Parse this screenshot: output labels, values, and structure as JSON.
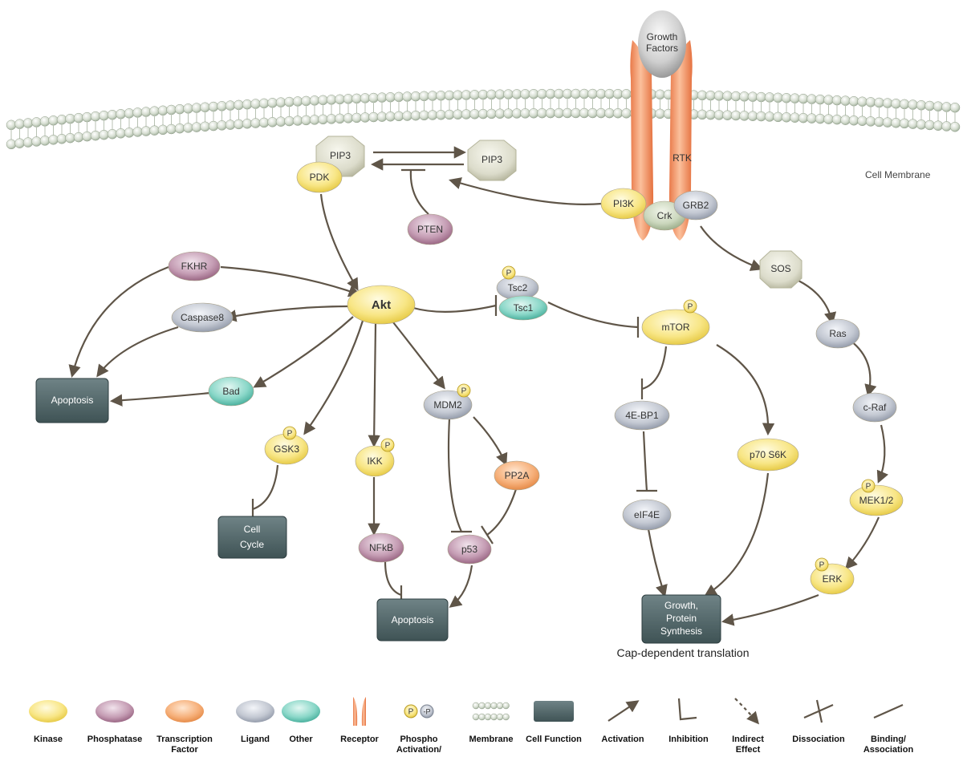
{
  "receptor": {
    "growth_factors": [
      "Growth",
      "Factors"
    ],
    "rtk": "RTK",
    "cell_membrane": "Cell Membrane"
  },
  "nodes": {
    "pip3_left": "PIP3",
    "pip3_right": "PIP3",
    "pdk": "PDK",
    "pten": "PTEN",
    "pi3k": "PI3K",
    "crk": "Crk",
    "grb2": "GRB2",
    "sos": "SOS",
    "ras": "Ras",
    "craf": "c-Raf",
    "mek": "MEK1/2",
    "erk": "ERK",
    "fkhr": "FKHR",
    "akt": "Akt",
    "caspase8": "Caspase8",
    "bad": "Bad",
    "gsk3": "GSK3",
    "ikk": "IKK",
    "mdm2": "MDM2",
    "pp2a": "PP2A",
    "nfkb": "NFkB",
    "p53": "p53",
    "tsc2": "Tsc2",
    "tsc1": "Tsc1",
    "mtor": "mTOR",
    "4ebp1": "4E-BP1",
    "eif4e": "eIF4E",
    "p70s6k": "p70 S6K",
    "phospho": "P"
  },
  "boxes": {
    "apoptosis_left": [
      "Apoptosis"
    ],
    "cell_cycle": [
      "Cell",
      "Cycle"
    ],
    "apoptosis_bottom": [
      "Apoptosis"
    ],
    "growth": [
      "Growth,",
      "Protein",
      "Synthesis"
    ]
  },
  "cap_dependent": "Cap-dependent translation",
  "legend": [
    {
      "key": "kinase",
      "lines": [
        "Kinase"
      ]
    },
    {
      "key": "phosphatase",
      "lines": [
        "Phosphatase"
      ]
    },
    {
      "key": "transcription",
      "lines": [
        "Transcription",
        "Factor"
      ]
    },
    {
      "key": "ligand",
      "lines": [
        "Ligand"
      ]
    },
    {
      "key": "other",
      "lines": [
        "Other"
      ]
    },
    {
      "key": "receptor",
      "lines": [
        "Receptor"
      ]
    },
    {
      "key": "phospho",
      "lines": [
        "Phospho",
        "Activation/"
      ]
    },
    {
      "key": "membrane",
      "lines": [
        "Membrane"
      ]
    },
    {
      "key": "cell_function",
      "lines": [
        "Cell Function"
      ]
    },
    {
      "key": "activation",
      "lines": [
        "Activation"
      ]
    },
    {
      "key": "inhibition",
      "lines": [
        "Inhibition"
      ]
    },
    {
      "key": "indirect",
      "lines": [
        "Indirect",
        "Effect"
      ]
    },
    {
      "key": "dissociation",
      "lines": [
        "Dissociation"
      ]
    },
    {
      "key": "binding",
      "lines": [
        "Binding/",
        "Association"
      ]
    }
  ],
  "legend_phospho_minus": "-P",
  "colors": {
    "kinase": "#f7e27a",
    "phosphatase": "#b98aa6",
    "transcription": "#f3a66c",
    "ligand": "#b9bec8",
    "other": "#7ecdc0",
    "receptor": "#f2956a",
    "cell_function": "#4f6264",
    "arrow": "#5f5548",
    "membrane": "#c7d2bf"
  }
}
